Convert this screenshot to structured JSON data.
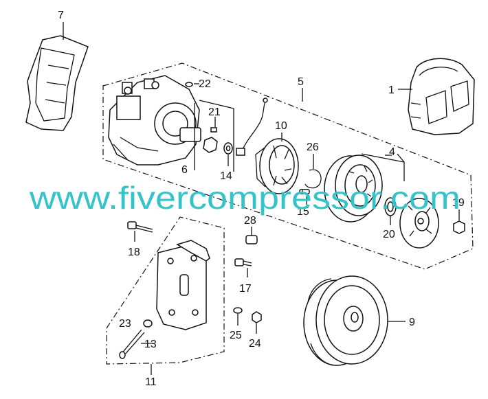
{
  "watermark": "www.fivercompressor.com",
  "labels": {
    "p1": "1",
    "p4": "4",
    "p5": "5",
    "p6": "6",
    "p7": "7",
    "p9": "9",
    "p10": "10",
    "p11": "11",
    "p13": "13",
    "p14": "14",
    "p15": "15",
    "p17": "17",
    "p18": "18",
    "p19": "19",
    "p20": "20",
    "p21": "21",
    "p22": "22",
    "p23": "23",
    "p24": "24",
    "p25": "25",
    "p26": "26",
    "p28": "28"
  }
}
